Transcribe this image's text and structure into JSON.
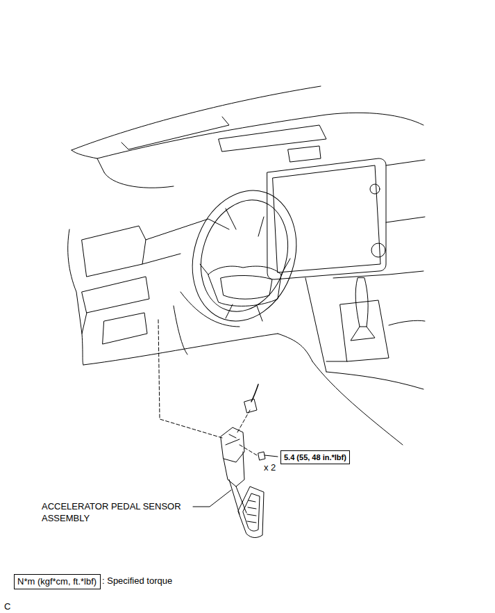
{
  "diagram": {
    "nodes": [
      {
        "text": [
          "5.4 (55, 48 in.*lbf)"
        ]
      },
      {
        "text": [
          "N*m (kgf*cm, ft.*lbf)"
        ]
      }
    ],
    "labels": [
      "x 2",
      "ACCELERATOR PEDAL SENSOR ASSEMBLY",
      ": Specified torque",
      "C"
    ]
  }
}
